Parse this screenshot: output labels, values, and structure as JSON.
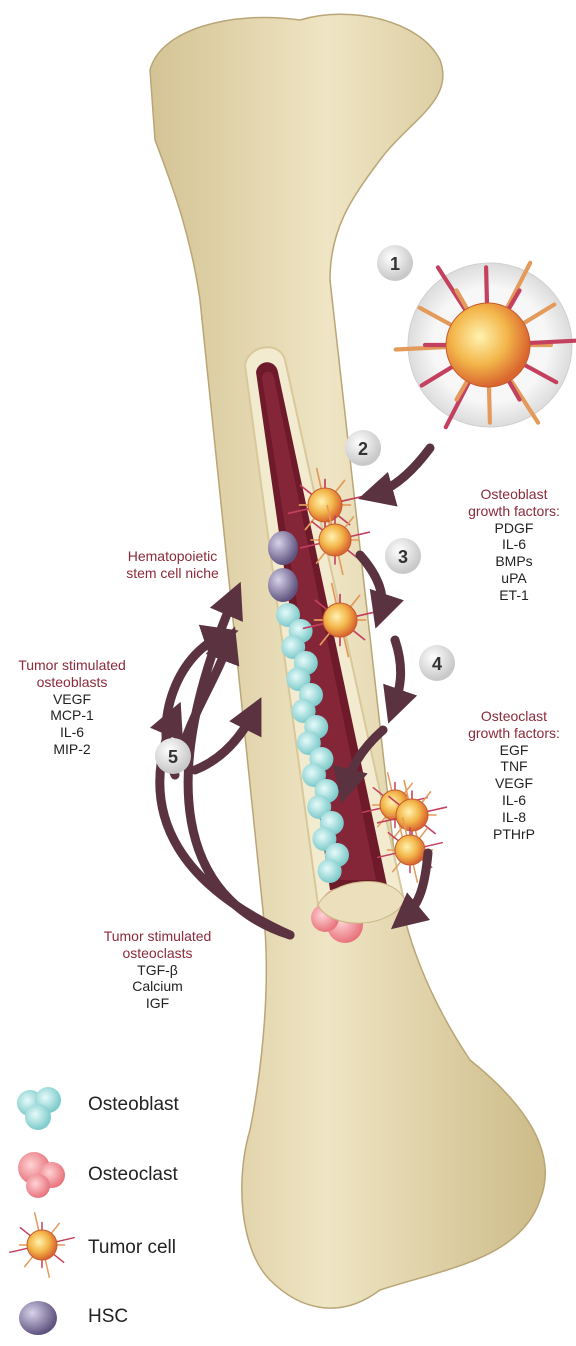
{
  "steps": [
    "1",
    "2",
    "3",
    "4",
    "5"
  ],
  "labels": {
    "hsc_niche": [
      "Hematopoietic",
      "stem cell niche"
    ],
    "osteoblast_factors": {
      "title": [
        "Osteoblast",
        "growth factors:"
      ],
      "items": [
        "PDGF",
        "IL-6",
        "BMPs",
        "uPA",
        "ET-1"
      ]
    },
    "tumor_osteoblasts": {
      "title": [
        "Tumor stimulated",
        "osteoblasts"
      ],
      "items": [
        "VEGF",
        "MCP-1",
        "IL-6",
        "MIP-2"
      ]
    },
    "osteoclast_factors": {
      "title": [
        "Osteoclast",
        "growth factors:"
      ],
      "items": [
        "EGF",
        "TNF",
        "VEGF",
        "IL-6",
        "IL-8",
        "PTHrP"
      ]
    },
    "tumor_osteoclasts": {
      "title": [
        "Tumor stimulated",
        "osteoclasts"
      ],
      "items": [
        "TGF-β",
        "Calcium",
        "IGF"
      ]
    }
  },
  "legend": [
    {
      "label": "Osteoblast",
      "icon": "osteoblast-icon"
    },
    {
      "label": "Osteoclast",
      "icon": "osteoclast-icon"
    },
    {
      "label": "Tumor cell",
      "icon": "tumor-cell-icon"
    },
    {
      "label": "HSC",
      "icon": "hsc-icon"
    }
  ],
  "colors": {
    "bone": "#e6d8b0",
    "marrow": "#6e1a2b",
    "arrow": "#5b3340",
    "label_red": "#8b2a3b",
    "osteoblast": "#9fdcdc",
    "osteoclast": "#f4a3a8",
    "tumor": "#f2b04a",
    "hsc": "#8a7fa6"
  }
}
